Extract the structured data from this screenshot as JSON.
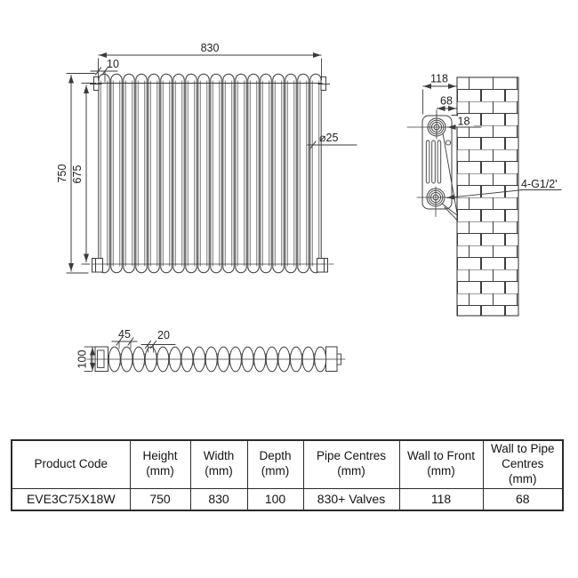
{
  "drawing": {
    "front_view": {
      "num_sections": 18,
      "dims": {
        "width": "830",
        "bracket_offset": "10",
        "height": "750",
        "tapping_height": "675",
        "column_diameter": "⌀25"
      }
    },
    "side_view": {
      "dims": {
        "wall_to_front": "118",
        "wall_to_pipe_centres": "68",
        "pipe_offset": "18",
        "connections": "4-G1/2'"
      }
    },
    "plan_view": {
      "num_sections": 18,
      "dims": {
        "end_section": "45",
        "section_pitch": "20",
        "depth": "100"
      }
    }
  },
  "table": {
    "columns": [
      {
        "label": "Product Code",
        "unit": ""
      },
      {
        "label": "Height",
        "unit": "(mm)"
      },
      {
        "label": "Width",
        "unit": "(mm)"
      },
      {
        "label": "Depth",
        "unit": "(mm)"
      },
      {
        "label": "Pipe Centres",
        "unit": "(mm)"
      },
      {
        "label": "Wall to Front",
        "unit": "(mm)"
      },
      {
        "label": "Wall to Pipe Centres",
        "unit": "(mm)"
      }
    ],
    "row": {
      "product_code": "EVE3C75X18W",
      "height": "750",
      "width": "830",
      "depth": "100",
      "pipe_centres": "830+ Valves",
      "wall_to_front": "118",
      "wall_to_pipe_centres": "68"
    }
  },
  "colors": {
    "line": "#3c3c3c",
    "text": "#1f1f1f",
    "background": "#ffffff"
  }
}
